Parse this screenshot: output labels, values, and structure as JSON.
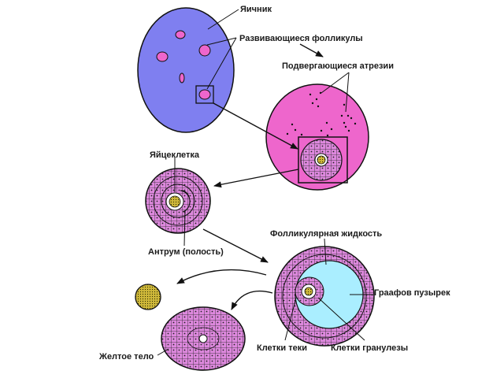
{
  "labels": {
    "ovary": "Яичник",
    "developing_follicles": "Развивающиеся фолликулы",
    "atresia": "Подвергающиеся атрезии",
    "oocyte": "Яйцеклетка",
    "antrum": "Антрум (полость)",
    "follicular_fluid": "Фолликулярная жидкость",
    "graafian_follicle": "Граафов пузырек",
    "theca_cells": "Клетки теки",
    "granulosa_cells": "Клетки гранулезы",
    "corpus_luteum": "Желтое тело"
  },
  "colors": {
    "ovary_fill": "#7f7ff0",
    "follicle_fill": "#ee66cc",
    "cell_fill": "#dd88dd",
    "fluid_fill": "#aaeeff",
    "egg_fill": "#cfb83a",
    "outline": "#111111"
  }
}
